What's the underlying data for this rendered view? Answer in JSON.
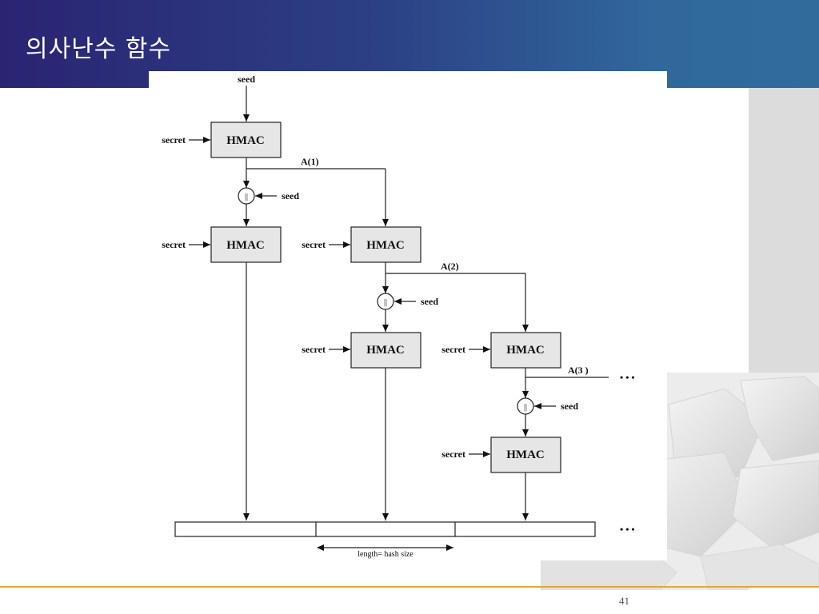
{
  "slide": {
    "title": "의사난수 함수",
    "page_number": "41"
  },
  "diagram": {
    "seed_label": "seed",
    "secret_label": "secret",
    "hmac_label": "HMAC",
    "concat_symbol": "||",
    "a1_label": "A(1)",
    "a2_label": "A(2)",
    "a3_label": "A(3 )",
    "ellipsis": "• • •",
    "length_label": "length= hash size"
  },
  "colors": {
    "header_left": "#2a2473",
    "header_right": "#316b9c",
    "accent_line": "#e0a82e",
    "hmac_box": "#e6e6e6"
  }
}
